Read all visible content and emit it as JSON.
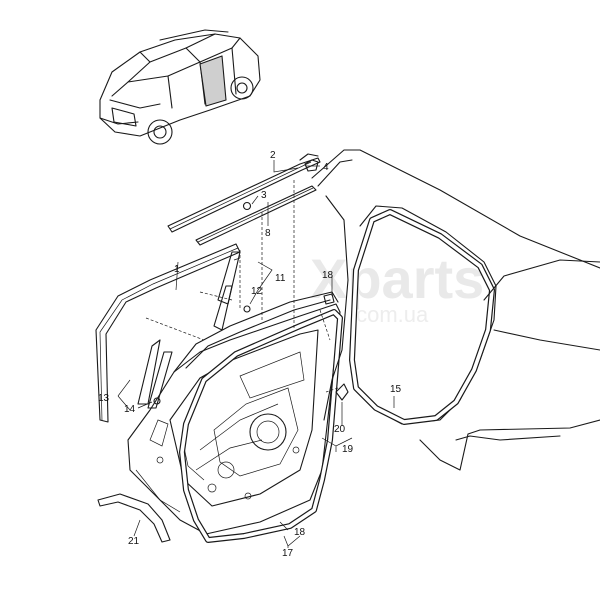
{
  "watermark": {
    "brand": "Xparts",
    "domain": ".com.ua"
  },
  "callouts": [
    {
      "id": "c1",
      "label": "1"
    },
    {
      "id": "c2",
      "label": "2"
    },
    {
      "id": "c3",
      "label": "3"
    },
    {
      "id": "c4",
      "label": "4"
    },
    {
      "id": "c8",
      "label": "8"
    },
    {
      "id": "c11",
      "label": "11"
    },
    {
      "id": "c12",
      "label": "12"
    },
    {
      "id": "c13",
      "label": "13"
    },
    {
      "id": "c14",
      "label": "14"
    },
    {
      "id": "c15",
      "label": "15"
    },
    {
      "id": "c17",
      "label": "17"
    },
    {
      "id": "c18a",
      "label": "18"
    },
    {
      "id": "c18b",
      "label": "18"
    },
    {
      "id": "c19",
      "label": "19"
    },
    {
      "id": "c20",
      "label": "20"
    },
    {
      "id": "c21",
      "label": "21"
    }
  ]
}
